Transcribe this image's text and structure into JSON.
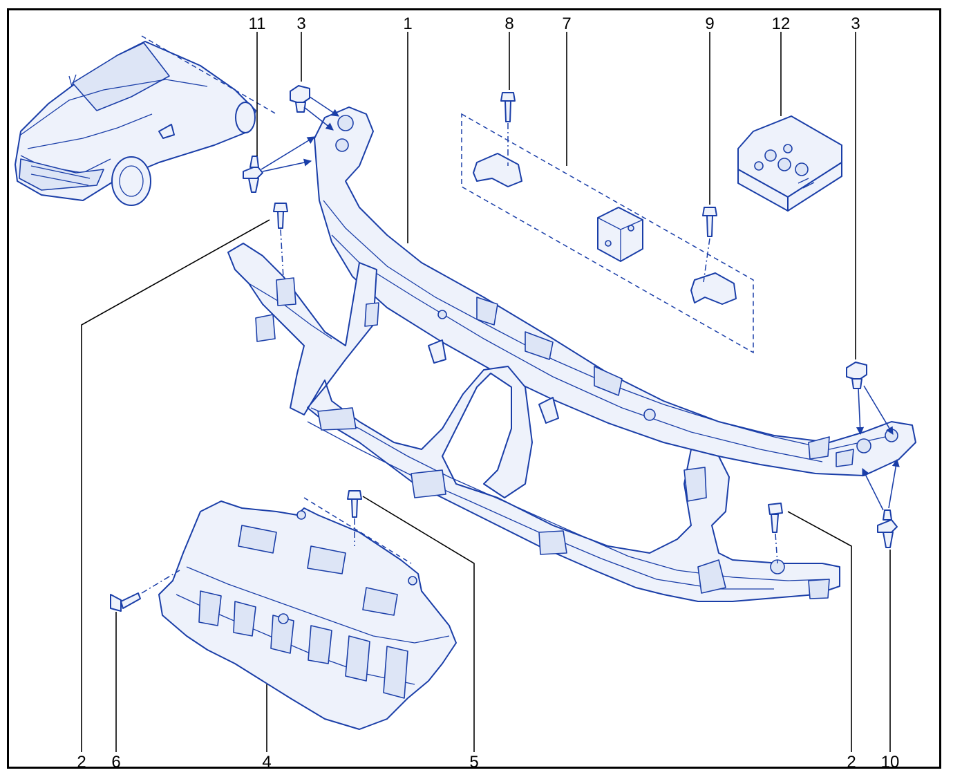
{
  "callouts": [
    {
      "id": "11",
      "text": "11"
    },
    {
      "id": "3a",
      "text": "3"
    },
    {
      "id": "1",
      "text": "1"
    },
    {
      "id": "8",
      "text": "8"
    },
    {
      "id": "7",
      "text": "7"
    },
    {
      "id": "9",
      "text": "9"
    },
    {
      "id": "12",
      "text": "12"
    },
    {
      "id": "3b",
      "text": "3"
    },
    {
      "id": "2a",
      "text": "2"
    },
    {
      "id": "6",
      "text": "6"
    },
    {
      "id": "4",
      "text": "4"
    },
    {
      "id": "5",
      "text": "5"
    },
    {
      "id": "2b",
      "text": "2"
    },
    {
      "id": "10",
      "text": "10"
    }
  ],
  "colors": {
    "line": "#1a3ea8",
    "fill": "#eef2fb",
    "frame": "#000000"
  },
  "parts": [
    "vehicle-thumbnail",
    "upper-crossmember",
    "front-end-panel",
    "lower-absorber",
    "bracket-kit",
    "parts-box",
    "clip-fasteners",
    "bolts"
  ]
}
